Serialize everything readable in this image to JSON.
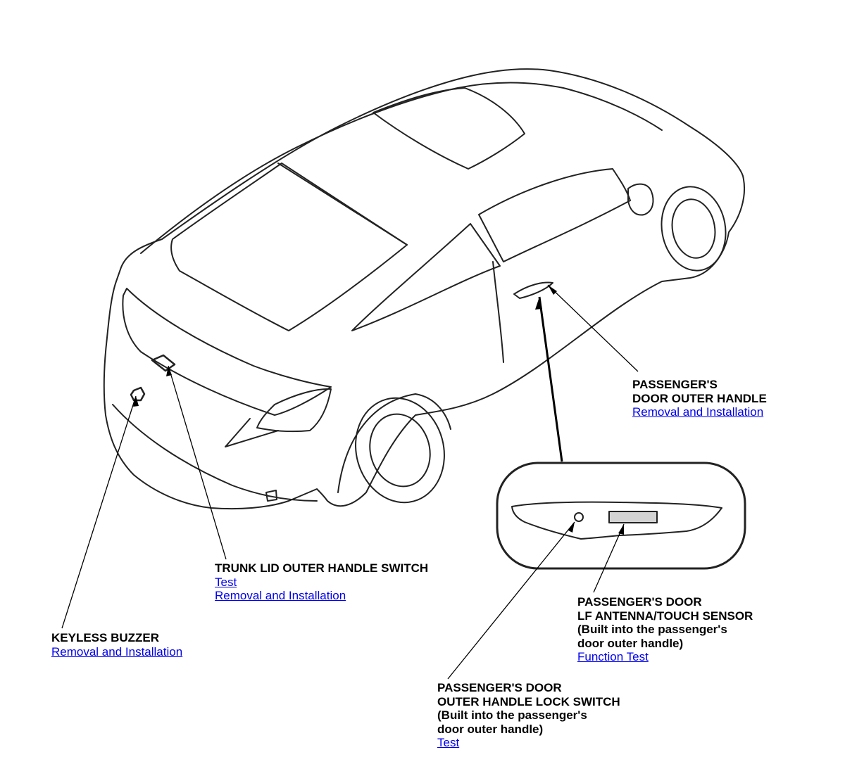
{
  "callouts": {
    "door_outer_handle": {
      "title": "PASSENGER'S\nDOOR OUTER HANDLE",
      "links": [
        "Removal and Installation"
      ]
    },
    "trunk_lid_switch": {
      "title": "TRUNK LID OUTER HANDLE SWITCH",
      "links": [
        "Test",
        "Removal and Installation"
      ]
    },
    "keyless_buzzer": {
      "title": "KEYLESS BUZZER",
      "links": [
        "Removal and Installation"
      ]
    },
    "antenna_touch_sensor": {
      "title": "PASSENGER'S DOOR\nLF ANTENNA/TOUCH SENSOR\n(Built into the passenger's\ndoor outer handle)",
      "links": [
        "Function Test"
      ]
    },
    "lock_switch": {
      "title": "PASSENGER'S DOOR\nOUTER HANDLE LOCK SWITCH\n(Built into the passenger's\ndoor outer handle)",
      "links": [
        "Test"
      ]
    }
  },
  "colors": {
    "link": "#0000ee",
    "line": "#000000",
    "background": "#ffffff"
  }
}
